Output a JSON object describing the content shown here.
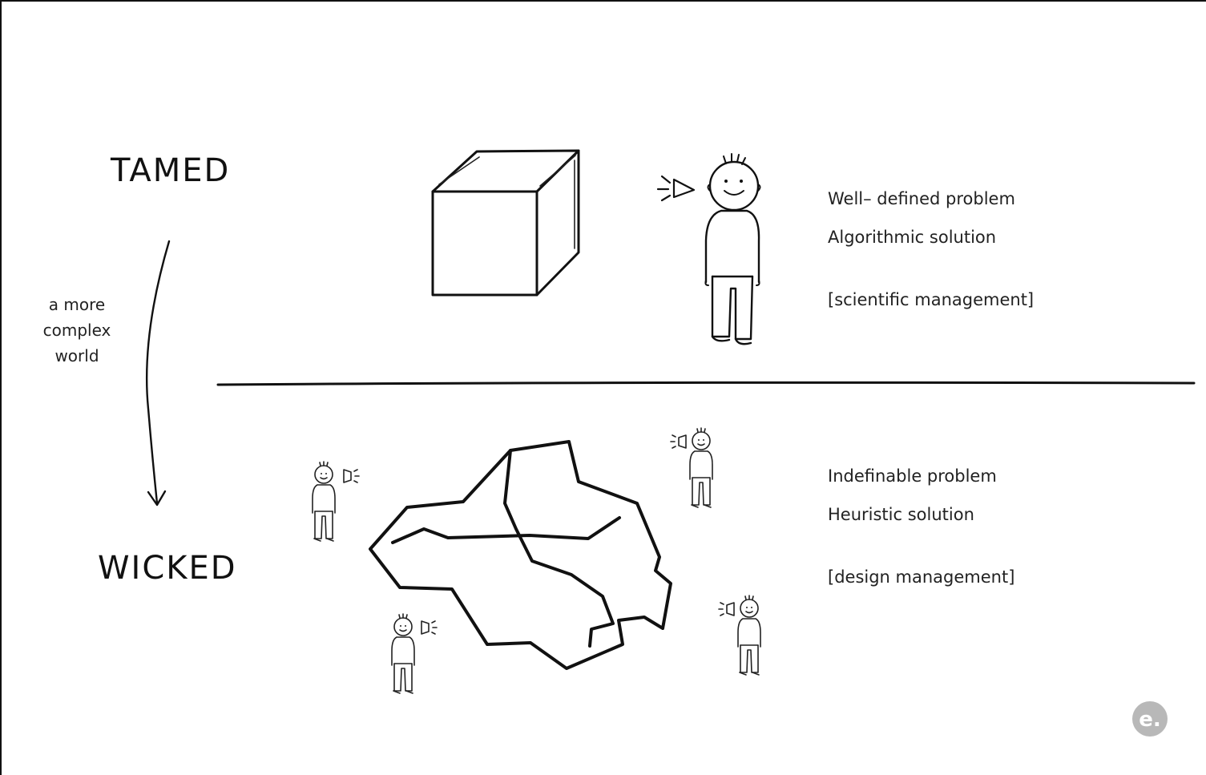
{
  "tamed": {
    "title": "TAMED",
    "lines": [
      "Well– defined problem",
      "Algorithmic solution",
      "[scientific management]"
    ]
  },
  "transition": {
    "lines": [
      "a more",
      "complex",
      "world"
    ]
  },
  "wicked": {
    "title": "WICKED",
    "lines": [
      "Indefinable problem",
      "Heuristic solution",
      "[design management]"
    ]
  },
  "logo": {
    "text": "e."
  },
  "icons": {
    "cube": "cube-icon",
    "person": "person-icon",
    "megaphone": "megaphone-icon",
    "tangle": "tangled-shape-icon",
    "arrow": "curved-arrow-icon"
  }
}
